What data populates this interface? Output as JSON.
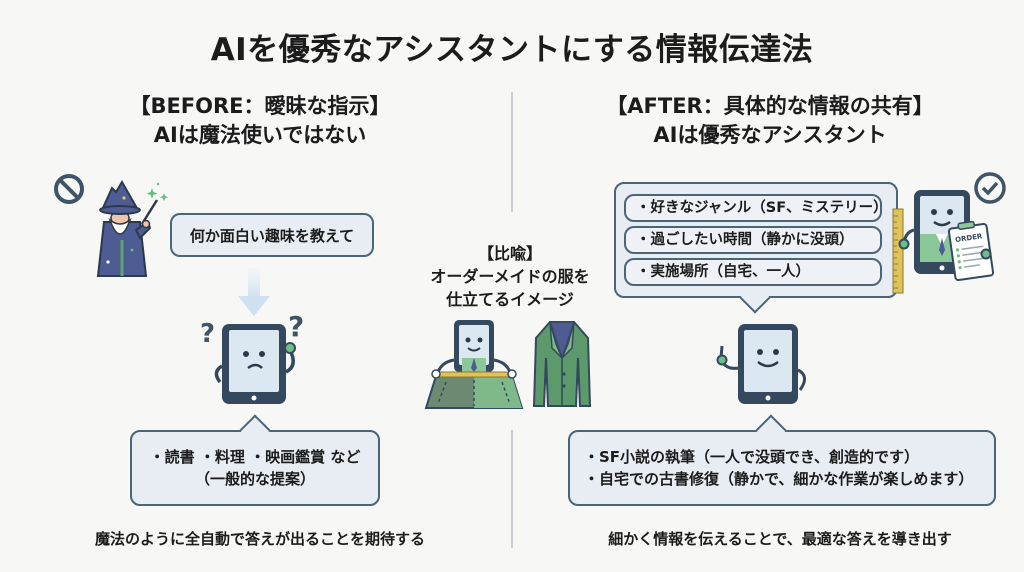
{
  "title": "AIを優秀なアシスタントにする情報伝達法",
  "before": {
    "heading_line1": "【BEFORE：曖昧な指示】",
    "heading_line2": "AIは魔法使いではない",
    "prompt_bubble": "何か面白い趣味を教えて",
    "response_line1": "・読書 ・料理 ・映画鑑賞 など",
    "response_line2": "（一般的な提案）",
    "caption": "魔法のように全自動で答えが出ることを期待する",
    "icons": [
      "prohibited-icon",
      "wizard-icon",
      "confused-tablet-icon",
      "question-mark-icon"
    ]
  },
  "metaphor": {
    "line1": "【比喩】",
    "line2": "オーダーメイドの服を",
    "line3": "仕立てるイメージ",
    "icons": [
      "tailor-tablet-icon",
      "suit-jacket-icon"
    ]
  },
  "after": {
    "heading_line1": "【AFTER：具体的な情報の共有】",
    "heading_line2": "AIは優秀なアシスタント",
    "info_items": [
      "・好きなジャンル（SF、ミステリー）",
      "・過ごしたい時間（静かに没頭）",
      "・実施場所（自宅、一人）"
    ],
    "order_label": "ORDER",
    "response_items": [
      "・SF小説の執筆（一人で没頭でき、創造的です）",
      "・自宅での古書修復（静かで、細かな作業が楽しめます）"
    ],
    "caption": "細かく情報を伝えることで、最適な答えを導き出す",
    "icons": [
      "check-circle-icon",
      "assistant-tablet-icon",
      "clipboard-icon",
      "happy-tablet-icon"
    ]
  },
  "colors": {
    "navy": "#34495e",
    "green": "#5ea66e",
    "bubble_fill": "#e7edf3",
    "screen": "#dbe8f2",
    "wizard_robe": "#4f5b93"
  }
}
